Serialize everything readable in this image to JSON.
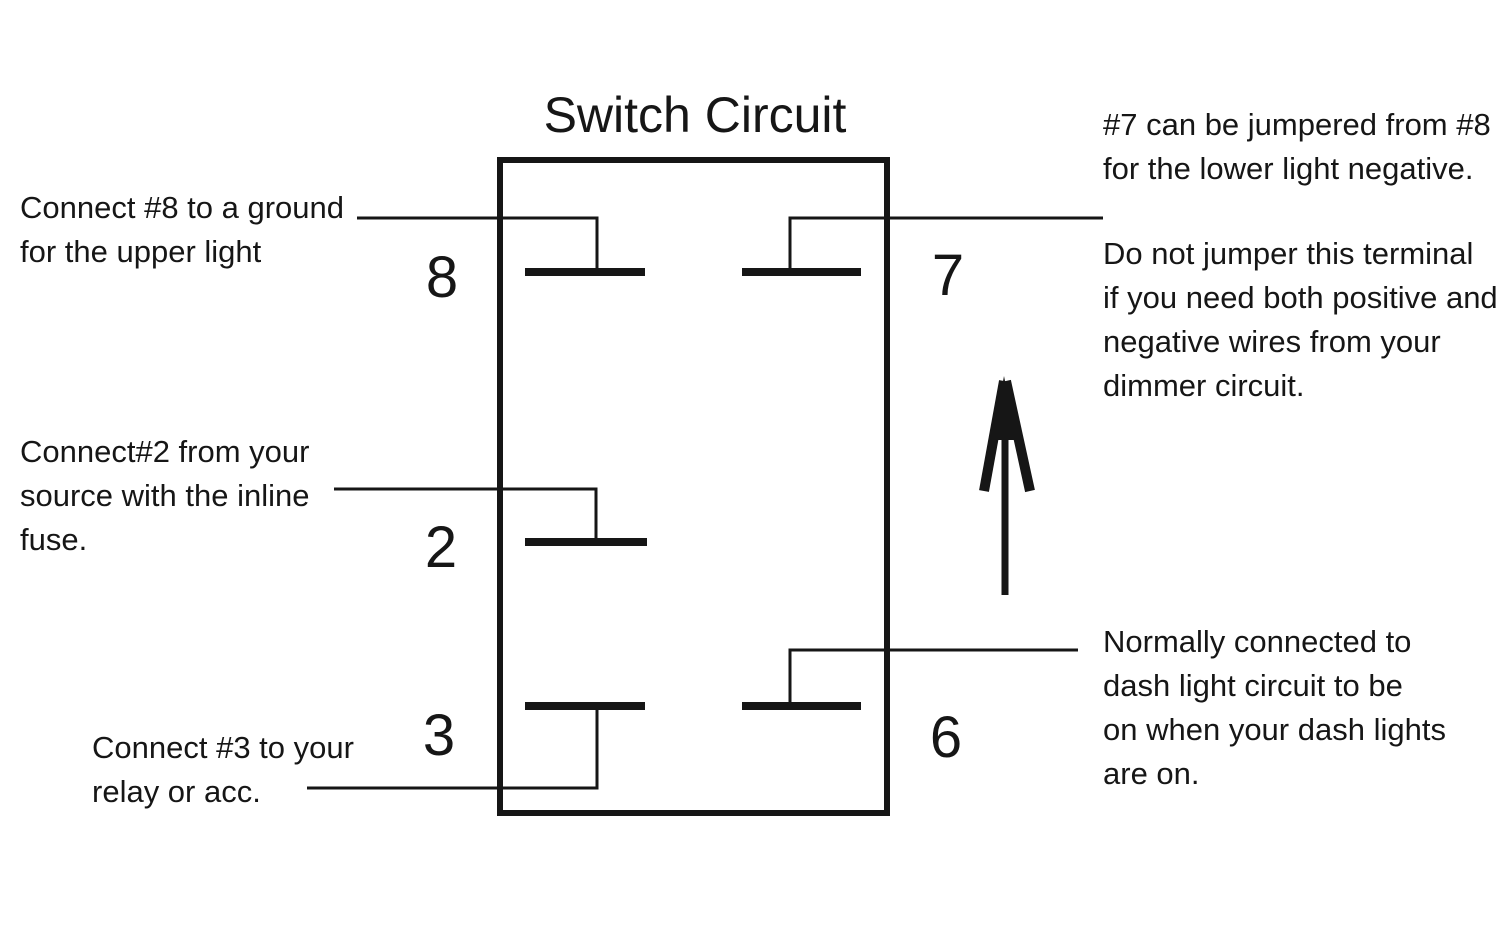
{
  "title": "Switch Circuit",
  "colors": {
    "ink": "#161616",
    "background": "#ffffff"
  },
  "switch": {
    "terminals": [
      {
        "label": "8"
      },
      {
        "label": "7"
      },
      {
        "label": "2"
      },
      {
        "label": "3"
      },
      {
        "label": "6"
      }
    ]
  },
  "annotations": [
    {
      "text": "Connect #8 to a ground\nfor the upper light"
    },
    {
      "text": "Connect#2 from your\nsource with the inline\nfuse."
    },
    {
      "text": "Connect #3 to your\nrelay or acc."
    },
    {
      "text": "#7 can be jumpered from #8\nfor the lower light negative."
    },
    {
      "text": "Do not jumper this terminal\nif you need both positive and\nnegative wires from your\ndimmer circuit."
    },
    {
      "text": "Normally connected to\ndash light circuit to be\non when your dash lights\nare on."
    }
  ]
}
